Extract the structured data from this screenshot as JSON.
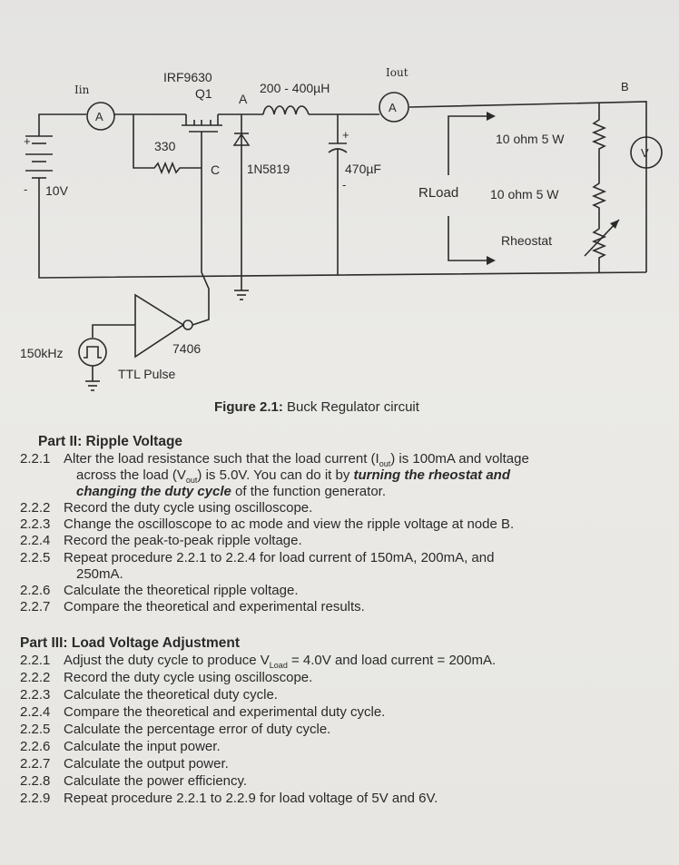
{
  "circuit": {
    "labels": {
      "lin": "Iin",
      "lout": "Iout",
      "ammeter": "A",
      "voltmeter": "V",
      "mosfet": "IRF9630",
      "q1": "Q1",
      "node_a": "A",
      "node_b": "B",
      "inductor": "200 - 400µH",
      "resistor": "330",
      "node_c": "C",
      "diode": "1N5819",
      "capacitor": "470µF",
      "plus": "+",
      "minus": "-",
      "supply": "10V",
      "r1": "10 ohm 5 W",
      "r2": "10 ohm 5 W",
      "rload": "RLoad",
      "rheostat": "Rheostat",
      "gate": "7406",
      "freq": "150kHz",
      "pulse": "TTL Pulse"
    }
  },
  "figure": {
    "caption_bold": "Figure 2.1:",
    "caption_text": " Buck Regulator circuit"
  },
  "part2": {
    "title": "Part II: Ripple Voltage",
    "items": [
      {
        "num": "2.2.1",
        "l1": "Alter the load resistance such that the load current (I",
        "l1_sub": "out",
        "l1_end": ") is 100mA and voltage",
        "l2a": "across the load (V",
        "l2_sub": "out",
        "l2b": ") is 5.0V. You can do it by ",
        "l2_bold": "turning the rheostat and",
        "l3_bold": "changing the duty cycle",
        "l3_end": " of the function generator."
      },
      {
        "num": "2.2.2",
        "text": "Record the duty cycle using oscilloscope."
      },
      {
        "num": "2.2.3",
        "text": "Change the oscilloscope to ac mode and view the ripple voltage at node B."
      },
      {
        "num": "2.2.4",
        "text": "Record the peak-to-peak ripple voltage."
      },
      {
        "num": "2.2.5",
        "text": "Repeat procedure 2.2.1 to 2.2.4 for load current of 150mA, 200mA, and",
        "cont": "250mA."
      },
      {
        "num": "2.2.6",
        "text": "Calculate the theoretical ripple voltage."
      },
      {
        "num": "2.2.7",
        "text": "Compare the theoretical and experimental results."
      }
    ]
  },
  "part3": {
    "title": "Part III: Load Voltage Adjustment",
    "items": [
      {
        "num": "2.2.1",
        "pre": "Adjust the duty cycle to produce V",
        "sub": "Load",
        "post": " = 4.0V and load current = 200mA."
      },
      {
        "num": "2.2.2",
        "text": "Record the duty cycle using oscilloscope."
      },
      {
        "num": "2.2.3",
        "text": "Calculate the theoretical duty cycle."
      },
      {
        "num": "2.2.4",
        "text": "Compare the theoretical and experimental duty cycle."
      },
      {
        "num": "2.2.5",
        "text": "Calculate the percentage error of duty cycle."
      },
      {
        "num": "2.2.6",
        "text": "Calculate the input power."
      },
      {
        "num": "2.2.7",
        "text": "Calculate the output power."
      },
      {
        "num": "2.2.8",
        "text": "Calculate the power efficiency."
      },
      {
        "num": "2.2.9",
        "text": "Repeat procedure 2.2.1 to 2.2.9 for load voltage of 5V and 6V."
      }
    ]
  }
}
